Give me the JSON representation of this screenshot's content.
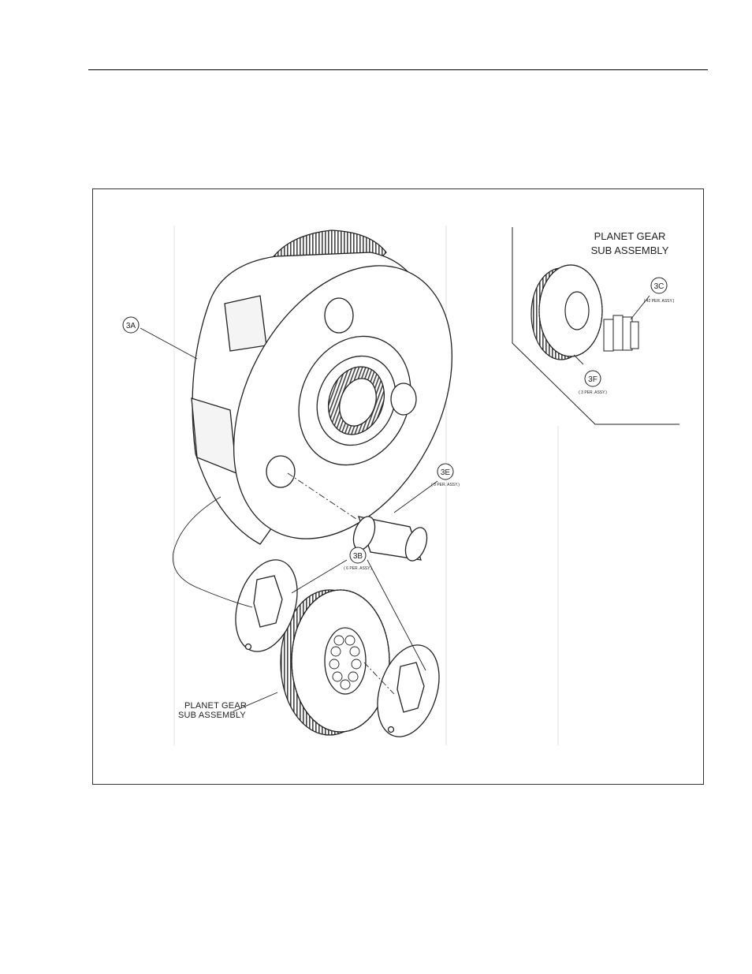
{
  "figure": {
    "inset_title_line1": "PLANET GEAR",
    "inset_title_line2": "SUB ASSEMBLY",
    "planet_label_line1": "PLANET GEAR",
    "planet_label_line2": "SUB ASSEMBLY",
    "callouts": {
      "c3A": "3A",
      "c3B": "3B",
      "c3C": "3C",
      "c3E": "3E",
      "c3F": "3F"
    },
    "quantities": {
      "q3B": "( 6 PER. ASSY.)",
      "q3C": "( 42 PER. ASSY.)",
      "q3E": "( 3 PER. ASSY.)",
      "q3F": "( 3 PER. ASSY.)"
    }
  }
}
